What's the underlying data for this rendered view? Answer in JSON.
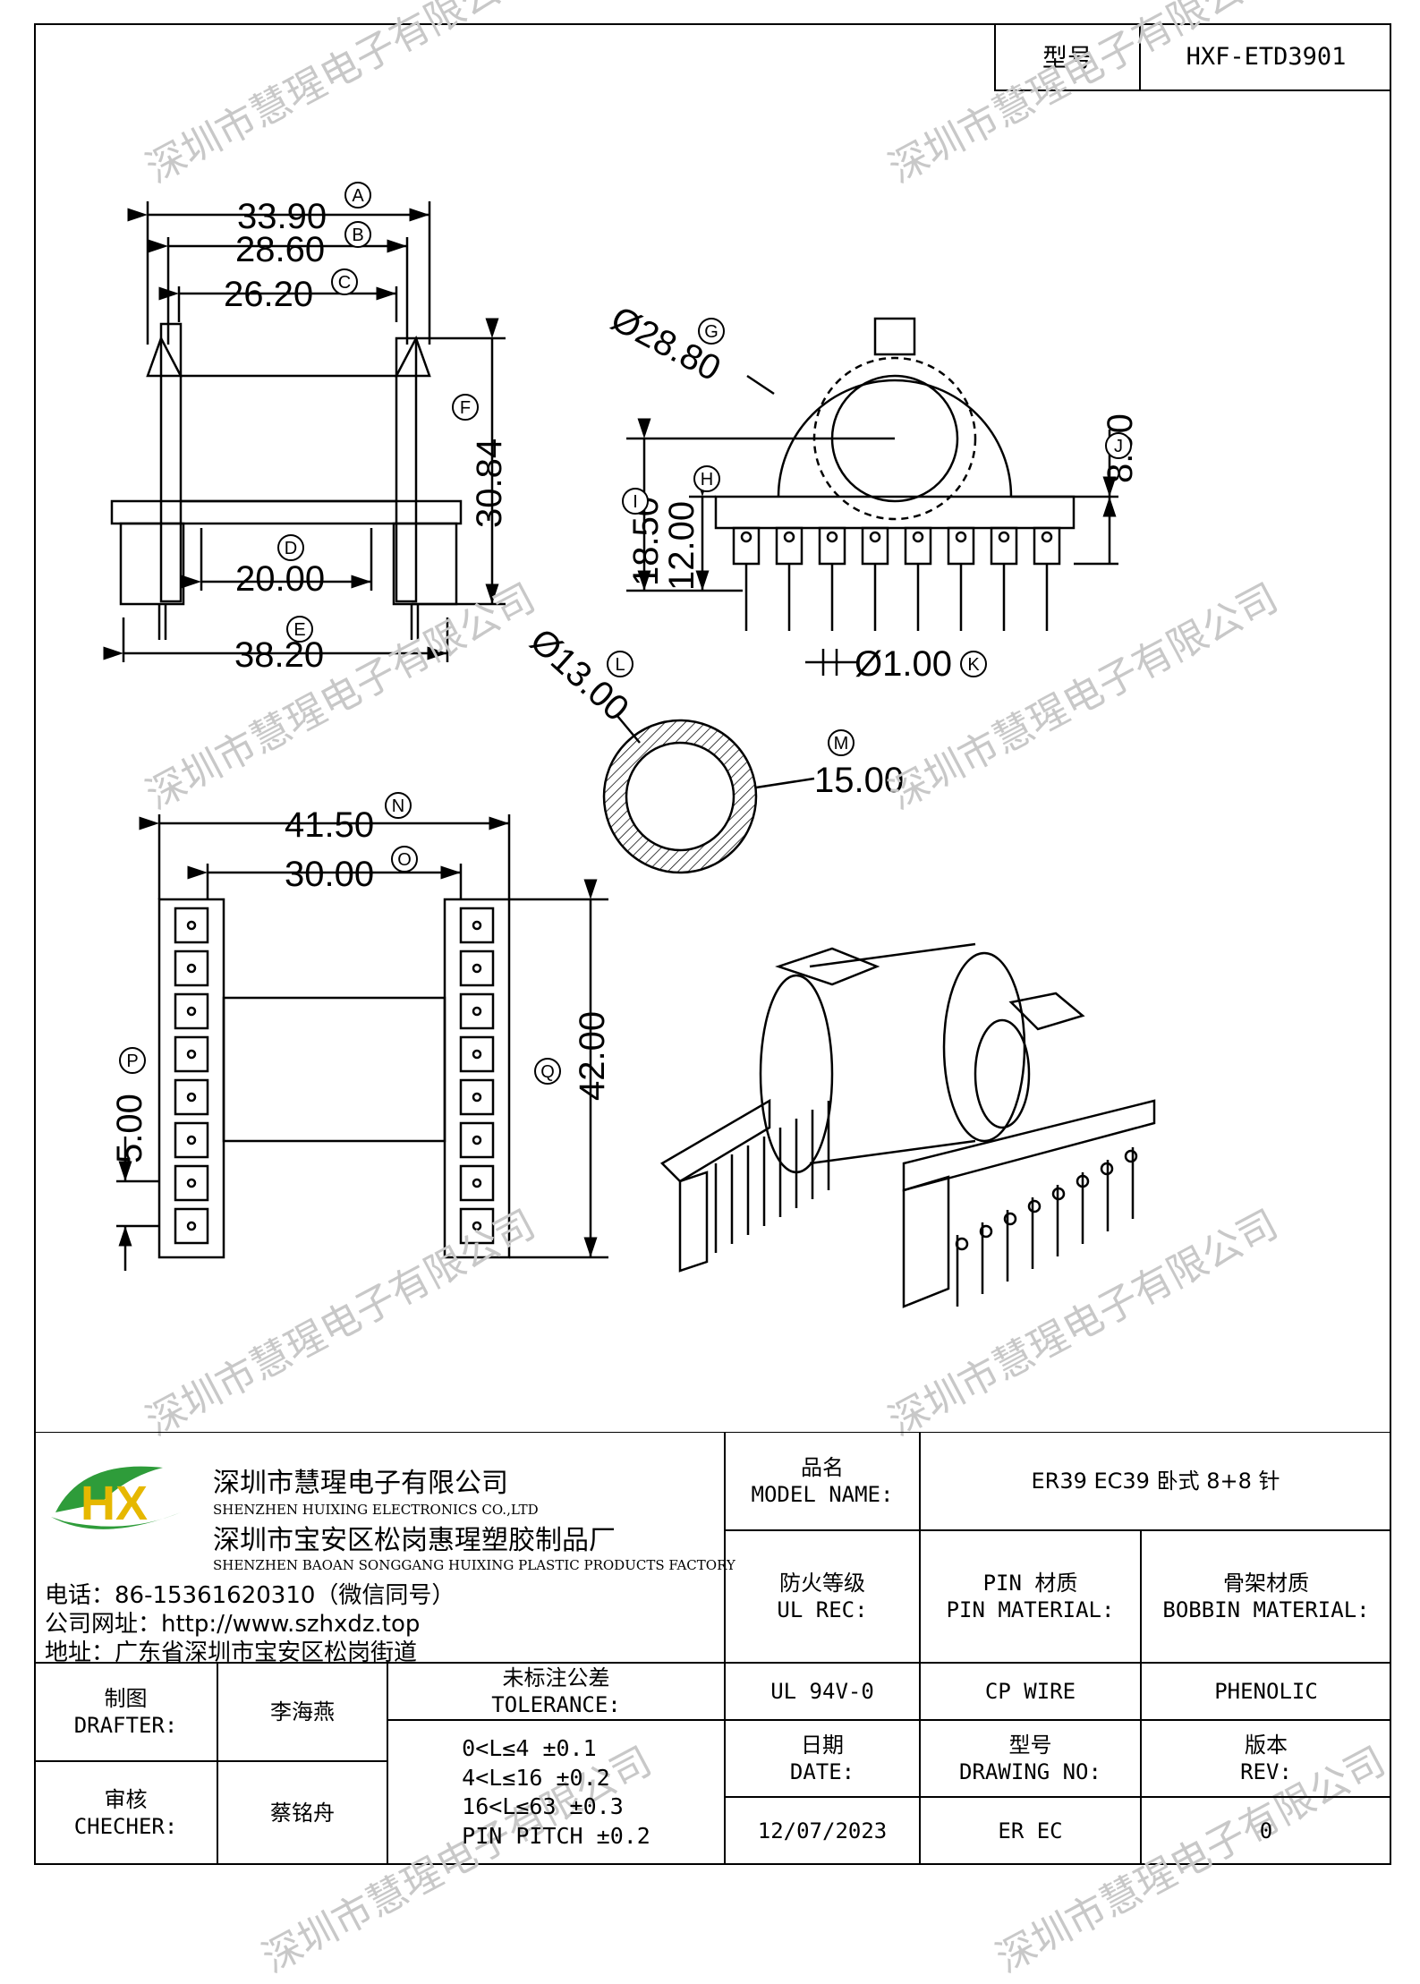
{
  "header": {
    "model_label": "型号",
    "model_value": "HXF-ETD3901"
  },
  "dimensions": {
    "A": "33.90",
    "B": "28.60",
    "C": "26.20",
    "D": "20.00",
    "E": "38.20",
    "F": "30.84",
    "G": "Ø28.80",
    "H": "12.00",
    "I": "18.50",
    "J": "8.00",
    "K": "Ø1.00",
    "L": "Ø13.00",
    "M": "15.00",
    "N": "41.50",
    "O": "30.00",
    "P": "5.00",
    "Q": "42.00"
  },
  "markers": {
    "A": "A",
    "B": "B",
    "C": "C",
    "D": "D",
    "E": "E",
    "F": "F",
    "G": "G",
    "H": "H",
    "I": "I",
    "J": "J",
    "K": "K",
    "L": "L",
    "M": "M",
    "N": "N",
    "O": "O",
    "P": "P",
    "Q": "Q"
  },
  "watermark": "深圳市慧瑆电子有限公司",
  "company": {
    "name_cn": "深圳市慧瑆电子有限公司",
    "name_en": "SHENZHEN HUIXING ELECTRONICS CO.,LTD",
    "factory_cn": "深圳市宝安区松岗惠瑆塑胶制品厂",
    "factory_en": "SHENZHEN BAOAN SONGGANG HUIXING PLASTIC PRODUCTS FACTORY",
    "phone": "电话：86-15361620310（微信同号）",
    "website": "公司网址：http://www.szhxdz.top",
    "address": "地址：广东省深圳市宝安区松岗街道",
    "logo_text": "HX"
  },
  "title_block": {
    "model_name_cn": "品名",
    "model_name_en": "MODEL NAME:",
    "model_name_value": "ER39 EC39 卧式 8+8 针",
    "ul_cn": "防火等级",
    "ul_en": "UL REC:",
    "ul_value": "UL 94V-0",
    "pin_cn": "PIN 材质",
    "pin_en": "PIN MATERIAL:",
    "pin_value": "CP WIRE",
    "bobbin_cn": "骨架材质",
    "bobbin_en": "BOBBIN MATERIAL:",
    "bobbin_value": "PHENOLIC",
    "drafter_cn": "制图",
    "drafter_en": "DRAFTER:",
    "drafter_value": "李海燕",
    "checker_cn": "审核",
    "checker_en": "CHECHER:",
    "checker_value": "蔡铭舟",
    "tolerance_cn": "未标注公差",
    "tolerance_en": "TOLERANCE:",
    "tolerance_lines": [
      "0<L≤4  ±0.1",
      "4<L≤16 ±0.2",
      "16<L≤63 ±0.3",
      "PIN PITCH ±0.2"
    ],
    "date_cn": "日期",
    "date_en": "DATE:",
    "date_value": "12/07/2023",
    "drawing_cn": "型号",
    "drawing_en": "DRAWING NO:",
    "drawing_value": "ER EC",
    "rev_cn": "版本",
    "rev_en": "REV:",
    "rev_value": "0"
  }
}
